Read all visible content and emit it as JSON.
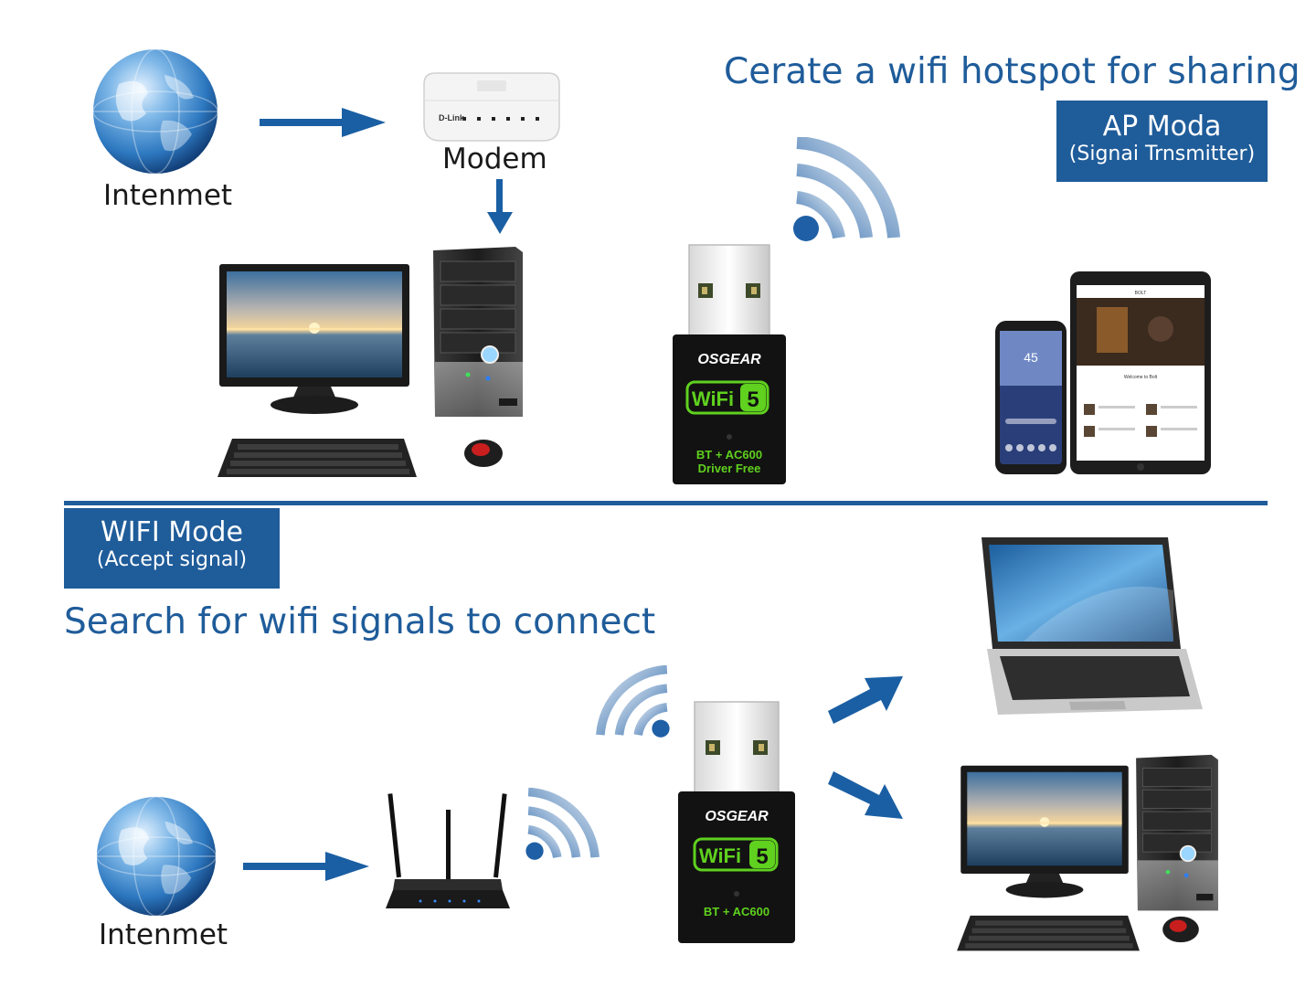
{
  "top": {
    "headline": "Cerate a wifi hotspot for sharing",
    "mode_title": "AP Moda",
    "mode_subtitle": "(Signai Trnsmitter)",
    "internet_label": "Intenmet",
    "modem_label": "Modem",
    "modem_brand": "D-Link"
  },
  "bottom": {
    "mode_title": "WIFI Mode",
    "mode_subtitle": "(Accept signal)",
    "headline": "Search for wifi signals to connect",
    "internet_label": "Intenmet"
  },
  "adapter": {
    "brand": "OSGEAR",
    "wifi_text": "WiFi",
    "wifi_number": "5",
    "spec_line1": "BT + AC600",
    "spec_line2": "Driver Free"
  },
  "tablet": {
    "header": "BOLT",
    "welcome": "Welcome to Bolt"
  },
  "phone": {
    "clock": "45"
  },
  "colors": {
    "accent_blue": "#1f5c9a",
    "arrow_blue": "#1a5fa3",
    "adapter_green": "#5fd11e",
    "globe_blue": "#2f7fc4"
  }
}
